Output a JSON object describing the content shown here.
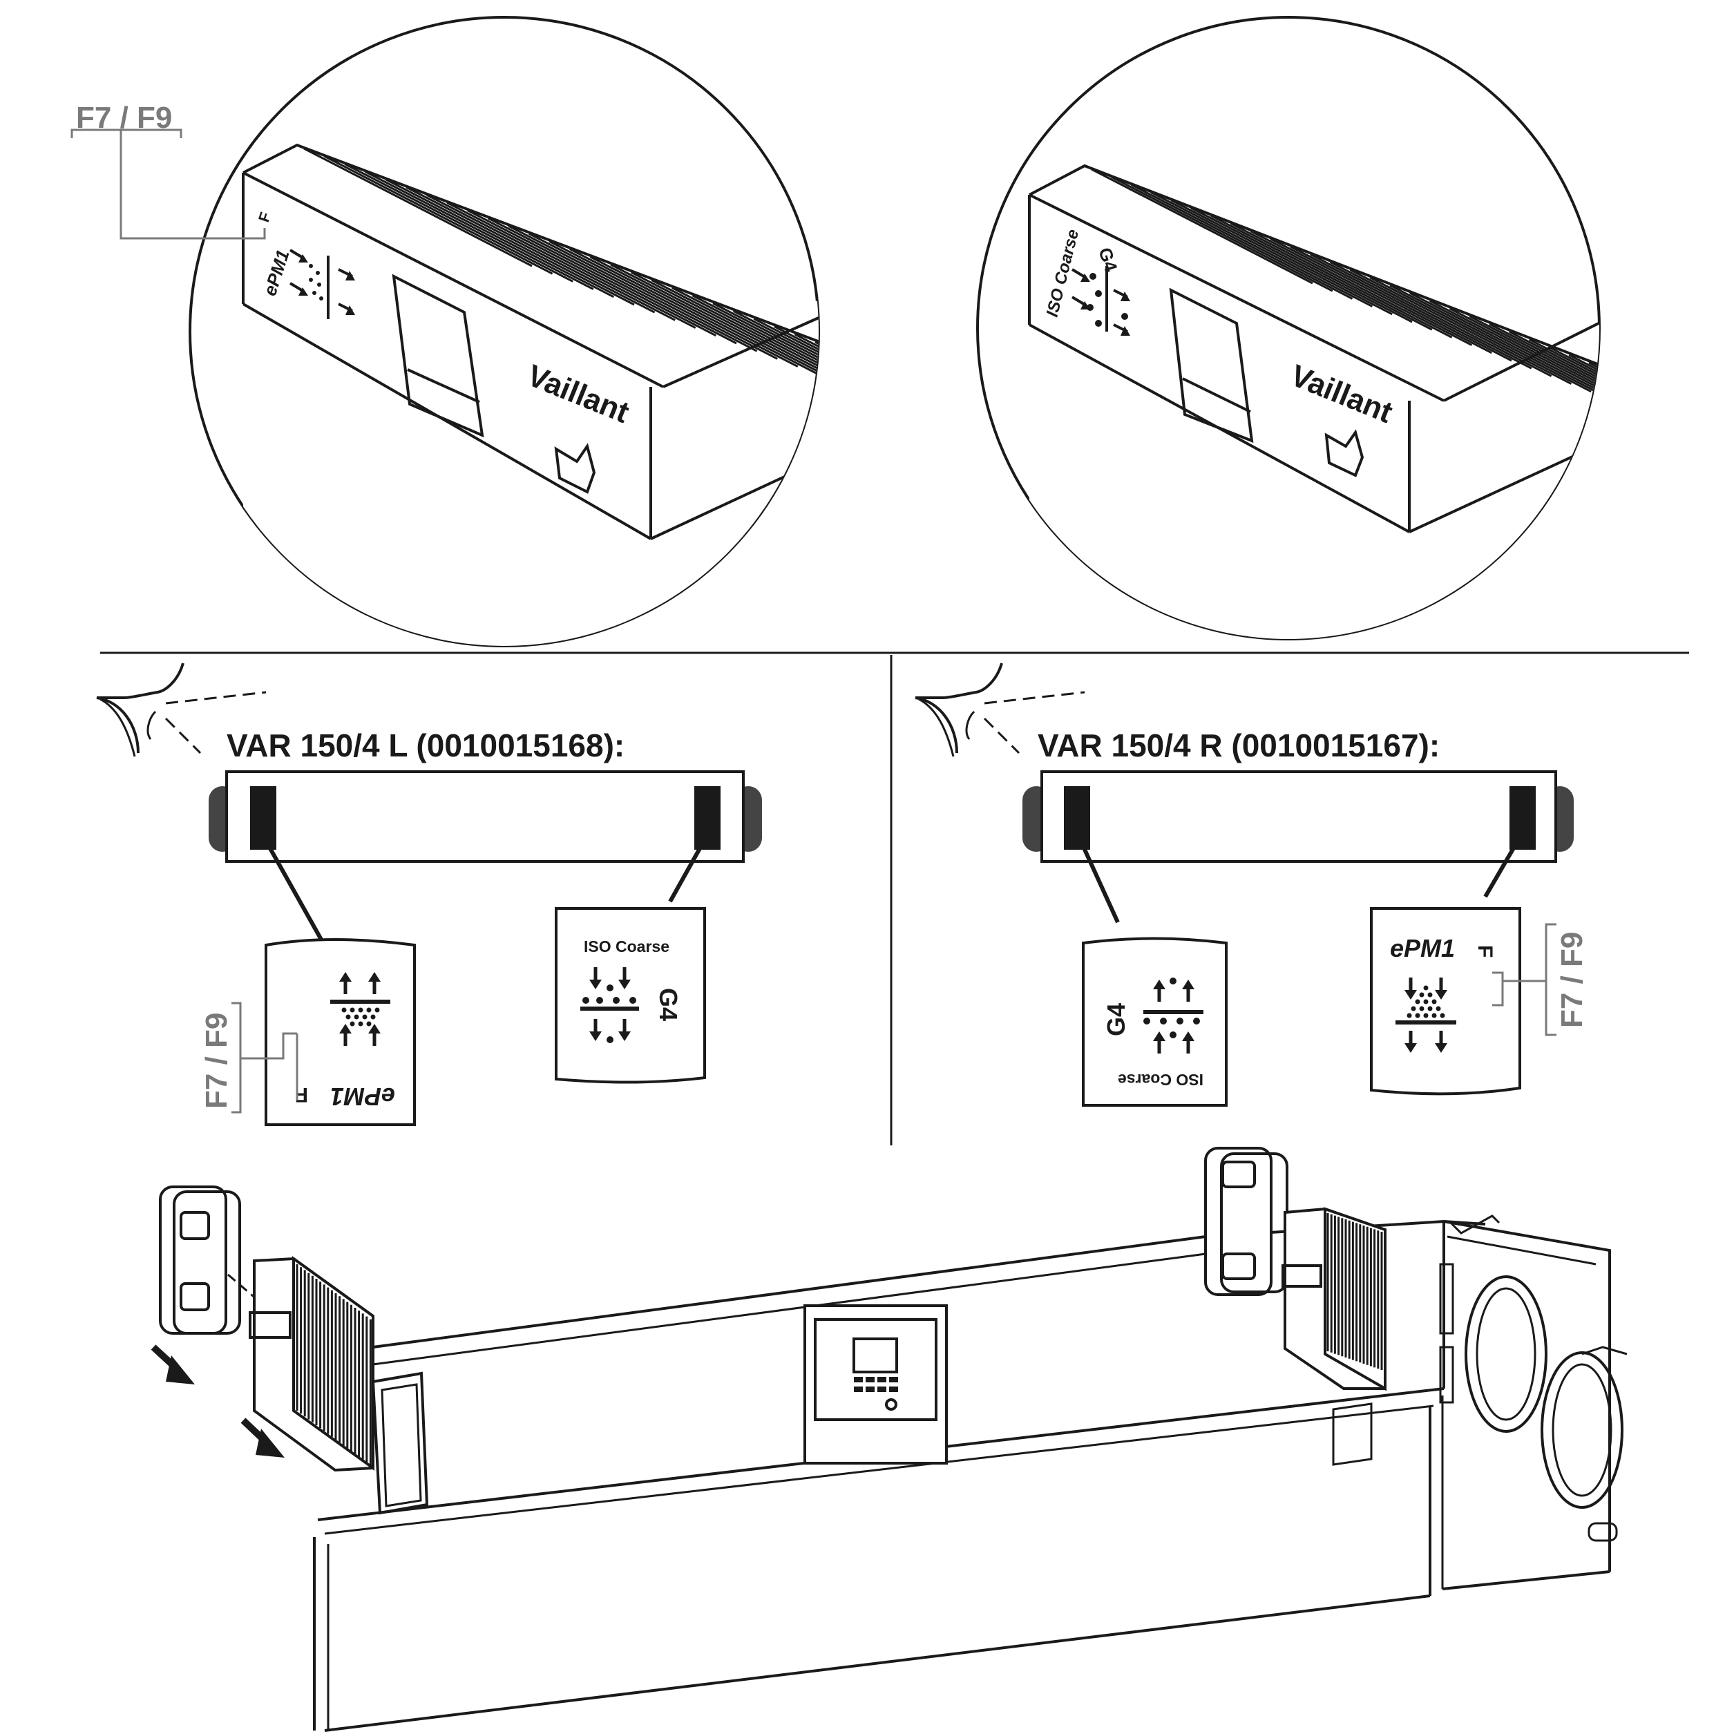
{
  "top_left": {
    "callout": "F7 / F9",
    "filter_class": "ePM1",
    "mark": "F",
    "brand": "Vaillant"
  },
  "top_right": {
    "filter_class": "ISO Coarse",
    "grade": "G4",
    "brand": "Vaillant"
  },
  "left_panel": {
    "heading": "VAR 150/4 L (0010015168):",
    "left_card": {
      "class": "ePM1",
      "mark": "F",
      "callout": "F7 / F9"
    },
    "right_card": {
      "class": "ISO Coarse",
      "grade": "G4"
    }
  },
  "right_panel": {
    "heading": "VAR 150/4 R (0010015167):",
    "left_card": {
      "class": "ISO Coarse",
      "grade": "G4"
    },
    "right_card": {
      "class": "ePM1",
      "mark": "F",
      "callout": "F7 / F9"
    }
  },
  "colors": {
    "ink": "#1a1a1a",
    "callout": "#7a7a7a",
    "paper": "#ffffff"
  }
}
